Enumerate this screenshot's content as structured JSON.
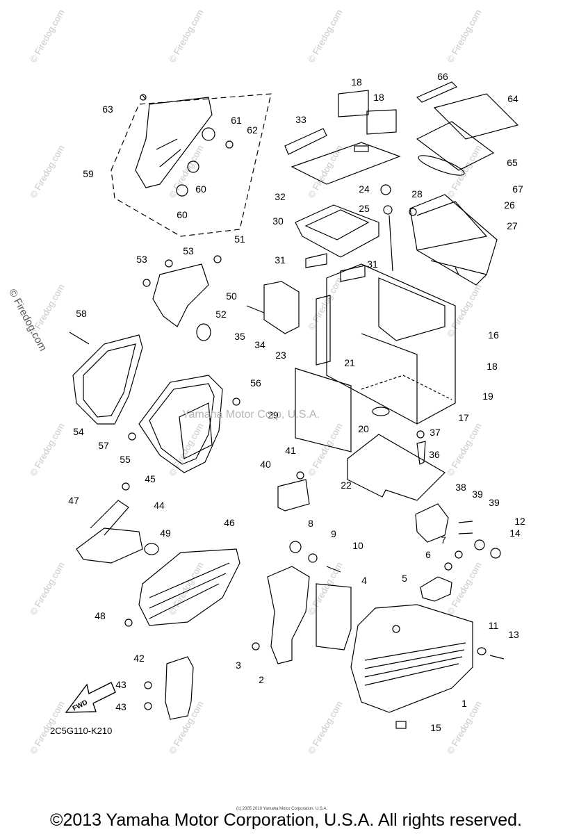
{
  "watermark": {
    "brand": "© Firedog.com",
    "center_text": "Yamaha Motor Corp, U.S.A."
  },
  "diagram": {
    "code": "2C5G110-K210",
    "fwd_label": "FWD",
    "tiny_copyright": "(c) 2005 2010 Yamaha Motor Corporation, U.S.A."
  },
  "callouts": [
    "1",
    "2",
    "3",
    "4",
    "5",
    "6",
    "7",
    "8",
    "9",
    "10",
    "11",
    "12",
    "13",
    "14",
    "15",
    "16",
    "17",
    "18",
    "18",
    "18",
    "19",
    "20",
    "21",
    "22",
    "23",
    "24",
    "25",
    "26",
    "27",
    "28",
    "29",
    "30",
    "31",
    "31",
    "32",
    "33",
    "34",
    "35",
    "36",
    "37",
    "38",
    "39",
    "39",
    "40",
    "41",
    "42",
    "43",
    "43",
    "44",
    "45",
    "46",
    "47",
    "48",
    "49",
    "50",
    "51",
    "52",
    "53",
    "53",
    "54",
    "55",
    "56",
    "57",
    "58",
    "59",
    "60",
    "60",
    "61",
    "62",
    "63",
    "64",
    "65",
    "66",
    "67"
  ],
  "footer": "©2013 Yamaha Motor Corporation, U.S.A. All rights reserved."
}
